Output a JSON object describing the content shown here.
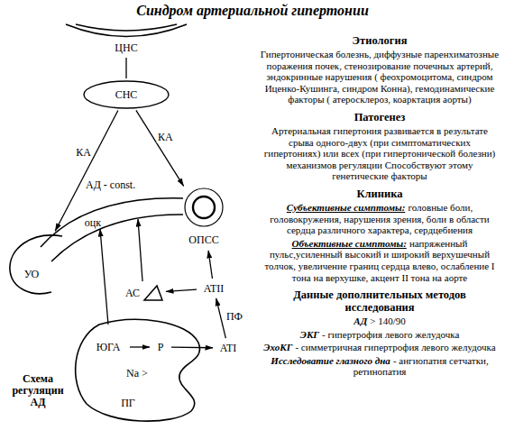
{
  "diagram": {
    "title": "Синдром артериальной гипертонии",
    "nodes": [
      {
        "text": [
          "ЦНС"
        ]
      },
      {
        "text": [
          "СНС"
        ]
      },
      {
        "text": [
          "УО"
        ]
      },
      {
        "text": [
          "оцк"
        ]
      },
      {
        "text": [
          "ОПСС"
        ]
      },
      {
        "text": [
          "АС"
        ]
      },
      {
        "text": [
          "ATII"
        ]
      },
      {
        "text": [
          "Na >",
          "ПГ"
        ]
      },
      {
        "text": [
          "ЮГА"
        ],
        "in": 7
      },
      {
        "text": [
          "Р"
        ],
        "in": 7
      },
      {
        "text": [
          "ATI"
        ]
      }
    ],
    "edges": [
      {
        "from": 0,
        "to": 1,
        "arrow": "none"
      },
      {
        "from": 1,
        "to": 2,
        "label": "КА",
        "arrow": "to"
      },
      {
        "from": 1,
        "to": 4,
        "label": "КА",
        "arrow": "to"
      },
      {
        "from": 5,
        "to": 3,
        "arrow": "to"
      },
      {
        "from": 7,
        "to": 3,
        "arrow": "to"
      },
      {
        "from": 8,
        "to": 9,
        "arrow": "to"
      },
      {
        "from": 9,
        "to": 10,
        "arrow": "to"
      },
      {
        "from": 10,
        "to": 6,
        "label": "ПФ",
        "arrow": "to"
      },
      {
        "from": 6,
        "to": 5,
        "arrow": "to"
      },
      {
        "from": 6,
        "to": 4,
        "arrow": "to"
      }
    ],
    "labels": [
      "АД - const.",
      "Схема регуляции АД",
      "Этиология",
      "Гипертоническая болезнь, диффузные паренхиматозные поражения почек, стенозирование почечных артерий, эндокринные нарушения ( феохромоцитома, синдром Иценко-Кушинга, синдром Конна), гемодинамические факторы ( атеросклероз, коарктация аорты)",
      "Патогенез",
      "Артериальная гипертония развивается в результате срыва одного-двух (при симптоматических гипертониях) или всех (при гипертонической болезни) механизмов регуляции Способствуют этому генетические факторы",
      "Клиника",
      "Субъективные симптомы:",
      "головные боли, головокружения, нарушения зрения, боли в области сердца различного характера, сердцебиения",
      "Объективные симптомы:",
      "напряженный пульс,усиленный высокий и широкий верхушечный толчок, увеличение границ сердца влево, ослабление I тона на верхушке, акцент II тона на аорте",
      "Данные дополнительных методов исследования",
      "АД",
      "> 140/90",
      "ЭКГ",
      "- гипертрофия левого желудочка",
      "ЭхоКГ",
      "- симметричная гипертрофия левого желудочка",
      "Исследоватие глазного дна",
      "- ангиопатия сетчатки, ретинопатия"
    ]
  }
}
